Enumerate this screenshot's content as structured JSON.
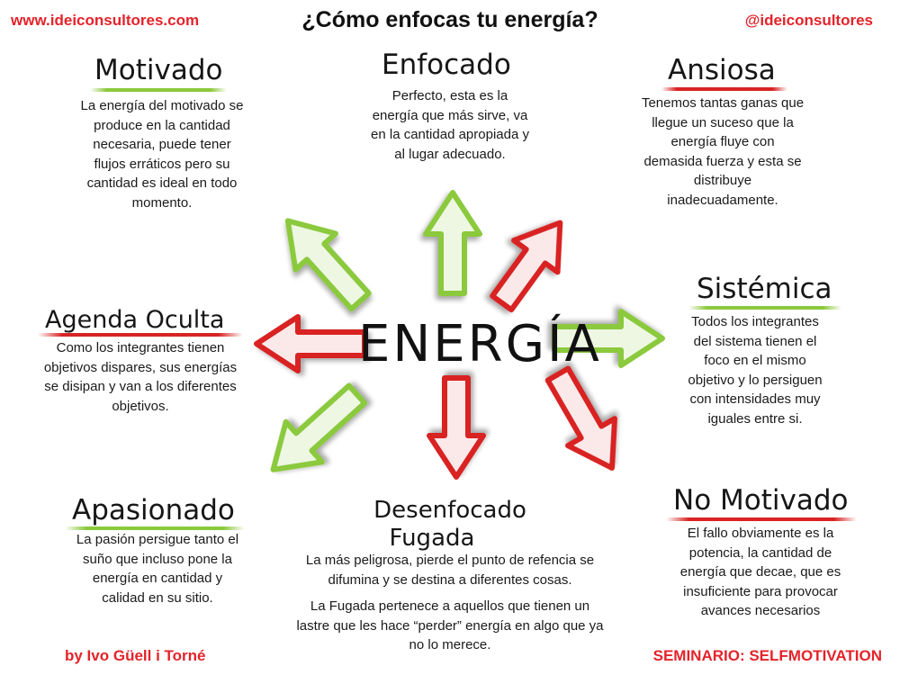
{
  "header": {
    "website": "www.ideiconsultores.com",
    "title": "¿Cómo enfocas tu energía?",
    "handle": "@ideiconsultores"
  },
  "footer": {
    "author": "by Ivo Güell i Torné",
    "seminar": "SEMINARIO: SELFMOTIVATION"
  },
  "center_word": "ENERGÍA",
  "colors": {
    "green": "#8bc93c",
    "red": "#d92323",
    "accent_text": "#e4232a"
  },
  "types": {
    "motivado": {
      "title": "Motivado",
      "description": "La energía del motivado se produce en la cantidad necesaria, puede tener flujos erráticos pero su cantidad es ideal en todo momento.",
      "color": "green"
    },
    "enfocado": {
      "title": "Enfocado",
      "description": "Perfecto, esta es la energía que más sirve, va en la cantidad apropiada y al lugar adecuado.",
      "color": "green"
    },
    "ansiosa": {
      "title": "Ansiosa",
      "description": "Tenemos tantas ganas que llegue un suceso que la energía fluye con demasida fuerza y esta se distribuye inadecuadamente.",
      "color": "red"
    },
    "sistemica": {
      "title": "Sistémica",
      "description": "Todos los integrantes del sistema tienen el foco en el mismo objetivo y lo persiguen con intensidades muy iguales entre si.",
      "color": "green"
    },
    "agenda_oculta": {
      "title": "Agenda Oculta",
      "description": "Como los integrantes tienen objetivos dispares, sus energías se disipan y van a los diferentes objetivos.",
      "color": "red"
    },
    "apasionado": {
      "title": "Apasionado",
      "description": "La pasión persigue tanto el suño que incluso pone la energía en cantidad y calidad en su sitio.",
      "color": "green"
    },
    "desenfocado": {
      "title_line1": "Desenfocado",
      "title_line2": "Fugada",
      "description_1": "La más peligrosa, pierde el punto de refencia se difumina y se destina a diferentes cosas.",
      "description_2": "La Fugada pertenece a aquellos que tienen un lastre que les hace “perder” energía en algo que ya no lo merece.",
      "color": "red"
    },
    "no_motivado": {
      "title": "No Motivado",
      "description": "El fallo obviamente es la potencia, la cantidad de energía que decae, que es insuficiente para provocar avances necesarios",
      "color": "red"
    }
  },
  "arrows": [
    {
      "target": "enfocado",
      "direction": "up",
      "color": "green"
    },
    {
      "target": "ansiosa",
      "direction": "up-right",
      "color": "red"
    },
    {
      "target": "sistemica",
      "direction": "right",
      "color": "green"
    },
    {
      "target": "no_motivado",
      "direction": "down-right",
      "color": "red"
    },
    {
      "target": "desenfocado",
      "direction": "down",
      "color": "red"
    },
    {
      "target": "apasionado",
      "direction": "down-left",
      "color": "green"
    },
    {
      "target": "agenda_oculta",
      "direction": "left",
      "color": "red"
    },
    {
      "target": "motivado",
      "direction": "up-left",
      "color": "green"
    }
  ]
}
